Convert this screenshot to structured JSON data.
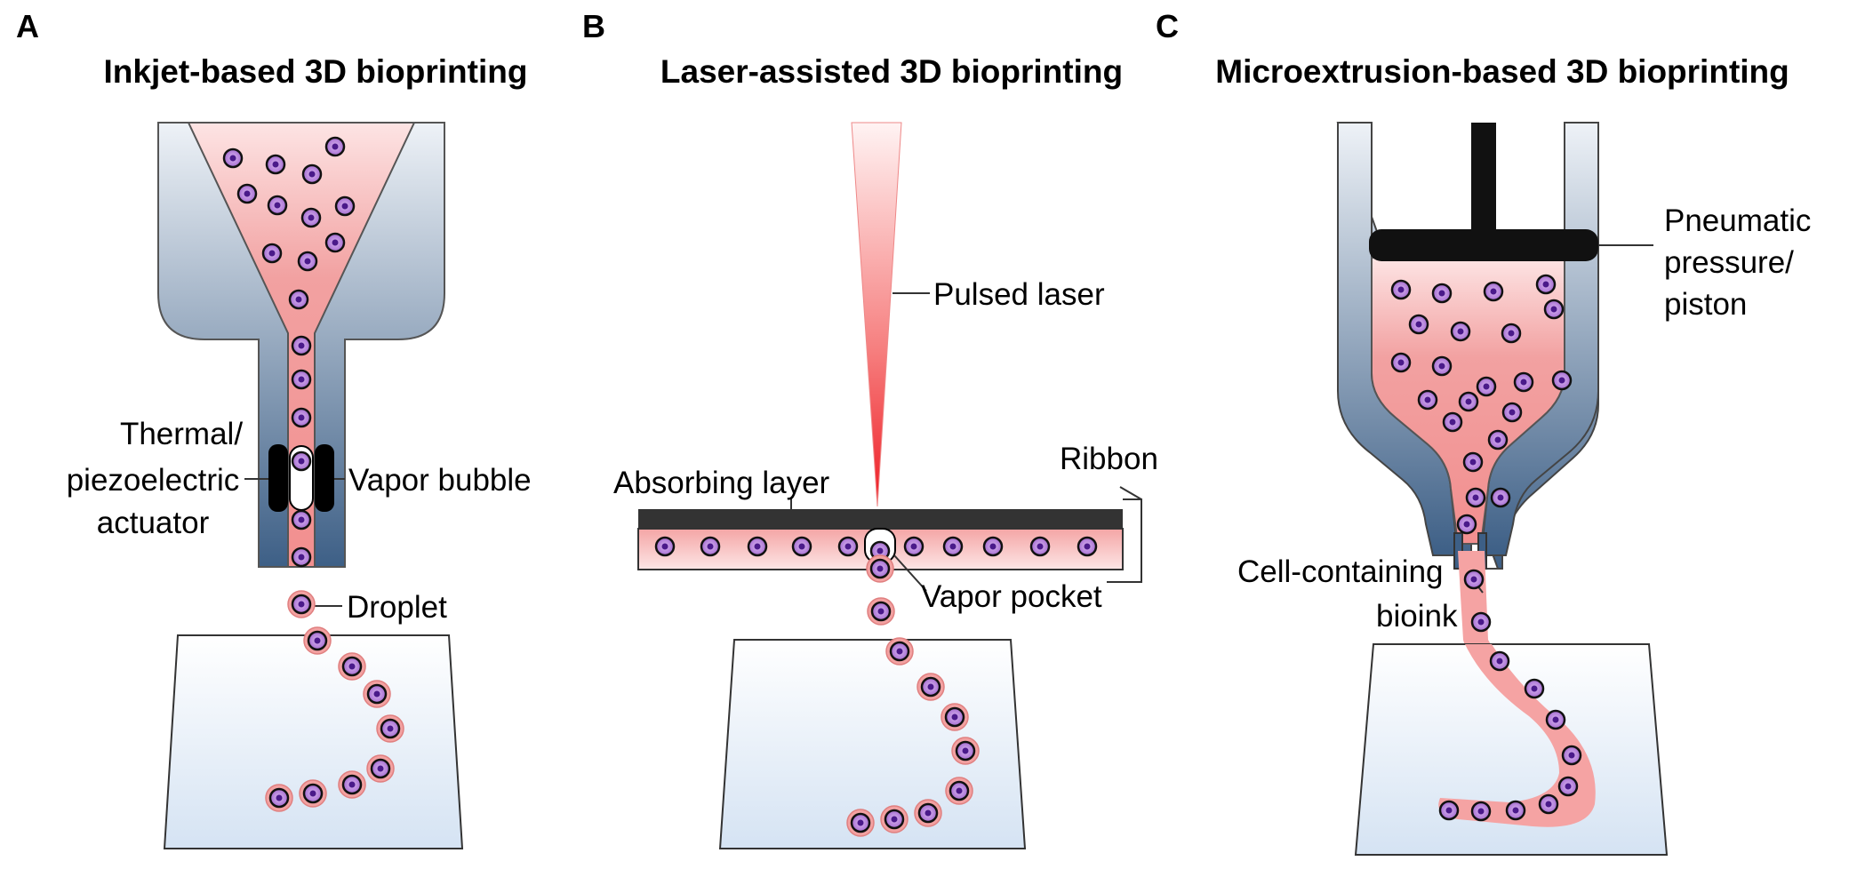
{
  "panels": [
    {
      "letter": "A",
      "title": "Inkjet-based 3D bioprinting",
      "labels": {
        "actuator_1": "Thermal/",
        "actuator_2": "piezoelectric",
        "actuator_3": "actuator",
        "bubble": "Vapor bubble",
        "droplet": "Droplet"
      }
    },
    {
      "letter": "B",
      "title": "Laser-assisted 3D bioprinting",
      "labels": {
        "laser": "Pulsed laser",
        "ribbon": "Ribbon",
        "absorbing": "Absorbing layer",
        "pocket": "Vapor pocket"
      }
    },
    {
      "letter": "C",
      "title": "Microextrusion-based 3D bioprinting",
      "labels": {
        "pressure_1": "Pneumatic",
        "pressure_2": "pressure/",
        "pressure_3": "piston",
        "bioink_1": "Cell-containing",
        "bioink_2": "bioink"
      }
    }
  ],
  "colors": {
    "nozzle_top": "#eef2f7",
    "nozzle_bottom": "#3d5f86",
    "bioink_light": "#fde4e4",
    "bioink": "#f2a1a1",
    "cell_fill": "#b07ad6",
    "cell_nucleus": "#4a1a8a",
    "actuator": "#000000",
    "absorbing_layer": "#333333",
    "laser": "#ee1c24",
    "substrate_top": "#ffffff",
    "substrate_bottom": "#d5e3f3"
  }
}
